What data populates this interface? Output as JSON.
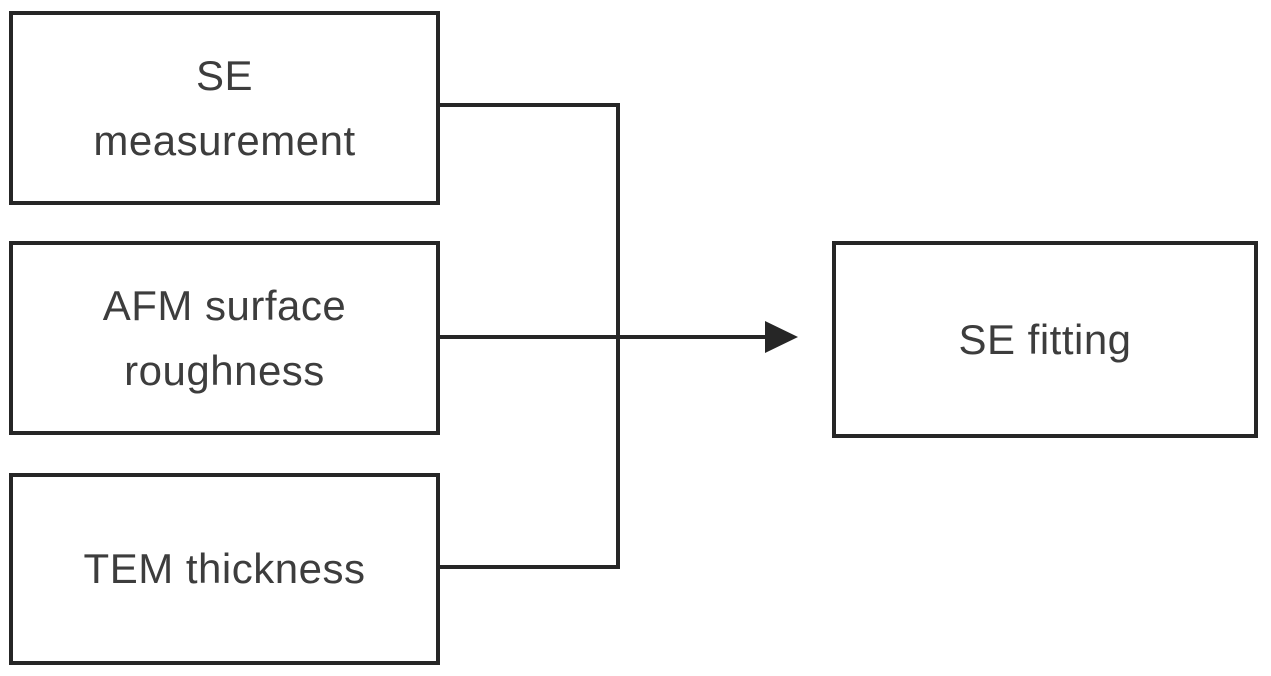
{
  "diagram": {
    "title": "measurement inputs feeding SE fitting flowchart",
    "colors": {
      "background": "#ffffff",
      "line": "#262626",
      "text": "#3d3d3d"
    },
    "nodes": [
      {
        "id": "se-measurement",
        "lines": [
          "SE",
          "measurement"
        ]
      },
      {
        "id": "afm-surface-roughness",
        "lines": [
          "AFM surface",
          "roughness"
        ]
      },
      {
        "id": "tem-thickness",
        "lines": [
          "TEM thickness"
        ]
      },
      {
        "id": "se-fitting",
        "lines": [
          "SE fitting"
        ]
      }
    ],
    "edges": [
      {
        "from": "SE measurement",
        "to": "SE fitting"
      },
      {
        "from": "AFM surface roughness",
        "to": "SE fitting"
      },
      {
        "from": "TEM thickness",
        "to": "SE fitting"
      }
    ]
  }
}
